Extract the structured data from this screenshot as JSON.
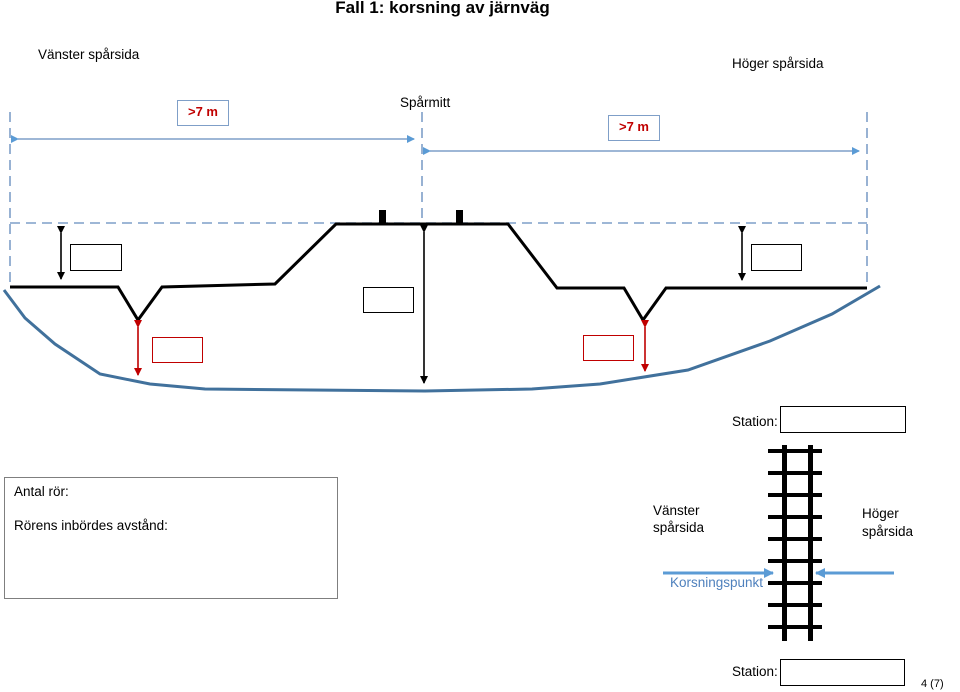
{
  "title": "Fall 1: korsning av järnväg",
  "left_side": "Vänster spårsida",
  "right_side": "Höger spårsida",
  "dist_left": ">7 m",
  "dist_right": ">7 m",
  "track_center": "Spårmitt",
  "station_label_1": "Station:",
  "station_label_2": "Station:",
  "info_box": {
    "pipe_count": "Antal rör:",
    "pipe_spacing": "Rörens inbördes avstånd:"
  },
  "plan": {
    "left_line1": "Vänster",
    "left_line2": "spårsida",
    "right_line1": "Höger",
    "right_line2": "spårsida",
    "crossing_point": "Korsningspunkt"
  },
  "page_number": "4 (7)",
  "colors": {
    "ground": "#41719c",
    "arrow_blue": "#5b9bd5",
    "dim_red": "#c00000",
    "dashed": "#7f9fc8"
  }
}
